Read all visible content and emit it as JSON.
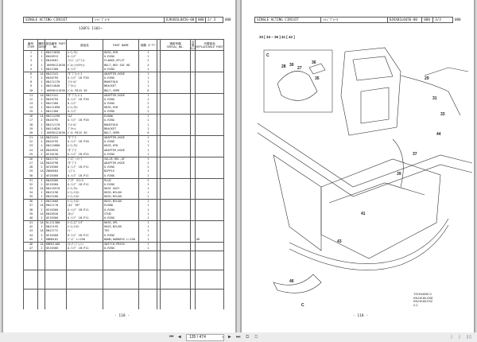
{
  "left_page": {
    "title": "SINGLE ACTING CIRCUIT",
    "title_ja": "ｼｲｼﾞﾌﾞﾚｰｷ",
    "code": "DJKX01L0456-00",
    "rev": "000",
    "page_of": "2/ 3",
    "extra": "000",
    "model": "120FG 1101~",
    "headers": [
      "番号 ITEM",
      "識別 IDENT",
      "部品番号 PART NO.",
      "部品名",
      "PART NAME",
      "個数 Q'TY",
      "",
      "適用号機 SERIAL_NO.",
      "互換 S/A",
      "代替部品 REPLACEABLE PART"
    ],
    "rows": [
      [
        "1",
        "1",
        "KNJ13830",
        "ﾎｰｽ;ｱｾﾝ",
        "HOSE,HYD",
        "1",
        "",
        ""
      ],
      [
        "2",
        "1",
        "KNJ0913",
        "O-ﾘﾝｸﾞ",
        "O-RING",
        "1",
        "",
        ""
      ],
      [
        "3",
        "1",
        "KNJ0581",
        "ﾌﾗﾝｼﾞ;ｽﾌﾟﾘｯﾄ",
        "FLANGE,SPLIT",
        "2",
        "",
        ""
      ],
      [
        "4",
        "1",
        "10690121030",
        "ﾎﾞﾙﾄ;ﾍｷｻｿｹｯﾄ",
        "BOLT,HEX SOC HD",
        "4",
        "",
        ""
      ],
      [
        "5",
        "1",
        "KNJ1360",
        "O-ﾘﾝｸﾞ",
        "O-RING",
        "1",
        "",
        ""
      ],
      [
        "6",
        "1A",
        "KNJ1341",
        "ｱﾀﾞﾌﾟﾀ;ﾎｰｽ",
        "ADAPTER,HOSE",
        "1",
        "",
        ""
      ],
      [
        "7",
        "2",
        "KNJ0795",
        "O-ﾘﾝｸﾞ 1B P20",
        "O-RING",
        "1",
        "",
        ""
      ],
      [
        "8",
        "1",
        "KNJ12170",
        "ﾏﾆﾎｰﾙﾄﾞ",
        "MANIFOLD",
        "1",
        "",
        ""
      ],
      [
        "9",
        "1",
        "KNJ14840",
        "ﾌﾞﾗｹｯﾄ",
        "BRACKET",
        "1",
        "",
        ""
      ],
      [
        "10",
        "1",
        "10690121030",
        "ﾎﾞﾙﾄ M12X 30",
        "BOLT,SEMS",
        "6",
        "",
        ""
      ],
      [
        "11",
        "1A",
        "KNJ1341",
        "ｱﾀﾞﾌﾟﾀ;ﾎｰｽ",
        "ADAPTER,HOSE",
        "1",
        "",
        ""
      ],
      [
        "12",
        "2",
        "KNJ0795",
        "O-ﾘﾝｸﾞ 1B P20",
        "O-RING",
        "1",
        "",
        ""
      ],
      [
        "13",
        "1",
        "KNJ1360",
        "O-ﾘﾝｸﾞ",
        "O-RING",
        "2",
        "",
        ""
      ],
      [
        "14",
        "1",
        "KNJ11890",
        "ﾎｰｽ;ｱｾﾝ",
        "HOSE,HYD",
        "2",
        "",
        ""
      ],
      [
        "15",
        "1",
        "KNJ1360",
        "O-ﾘﾝｸﾞ",
        "O-RING",
        "2",
        "",
        ""
      ],
      [
        "16",
        "1A",
        "KNJ14290",
        "ｴﾙﾎﾞ",
        "ELBOW",
        "1",
        "",
        ""
      ],
      [
        "17",
        "2",
        "KNJ0795",
        "O-ﾘﾝｸﾞ 1B P20",
        "O-RING",
        "1",
        "",
        ""
      ],
      [
        "18",
        "1",
        "KNJ12170",
        "ﾏﾆﾎｰﾙﾄﾞ",
        "MANIFOLD",
        "1",
        "",
        ""
      ],
      [
        "19",
        "1",
        "KNJ14820",
        "ﾌﾞﾗｹｯﾄ",
        "BRACKET",
        "1",
        "",
        ""
      ],
      [
        "20",
        "1",
        "10690121030",
        "ﾎﾞﾙﾄ M12X 30",
        "BOLT,SEMS",
        "6",
        "",
        ""
      ],
      [
        "21",
        "1A",
        "KNJ2424",
        "ｱﾀﾞﾌﾟﾀ",
        "ADAPTER,HOSE",
        "1",
        "",
        ""
      ],
      [
        "22",
        "2",
        "KNJ0795",
        "O-ﾘﾝｸﾞ 1B P20",
        "O-RING",
        "1",
        "",
        ""
      ],
      [
        "23",
        "1",
        "KNJ15880",
        "ﾎｰｽ;ｱｾﾝ",
        "HOSE,HYD",
        "1",
        "",
        ""
      ],
      [
        "24",
        "1A",
        "KNJ0935",
        "ｱﾀﾞﾌﾟﾀ",
        "ADAPTER,HOSE",
        "1",
        "",
        ""
      ],
      [
        "25",
        "2",
        "UEJ0158",
        "O-ﾘﾝｸﾞ 1B-P24",
        "O-RING",
        "1",
        "",
        ""
      ],
      [
        "26",
        "1",
        "KNJ1732",
        "ﾊﾞﾙﾌﾞ;ﾘﾘｰﾌ",
        "VALVE,REL,OF",
        "1",
        "",
        ""
      ],
      [
        "27",
        "1A",
        "KNJ0798",
        "ｱﾀﾞﾌﾟﾀ",
        "ADAPTER,HOSE",
        "2",
        "",
        ""
      ],
      [
        "28",
        "2",
        "UEJ0360",
        "O-ﾘﾝｸﾞ 1B-P11",
        "O-RING",
        "2",
        "",
        ""
      ],
      [
        "29",
        "1A",
        "ZN00584",
        "ﾆｯﾌﾟﾙ",
        "NIPPLE",
        "1",
        "",
        ""
      ],
      [
        "30",
        "2",
        "UEJ0360",
        "O-ﾘﾝｸﾞ 1B-P11",
        "O-RING",
        "1",
        "",
        ""
      ],
      [
        "31",
        "1",
        "KNJ0360",
        "ﾌﾟﾗｸﾞ G1/4",
        "PLUG",
        "2",
        "",
        ""
      ],
      [
        "32",
        "2",
        "UEJ0360",
        "O-ﾘﾝｸﾞ 1B-P11",
        "O-RING",
        "2",
        "",
        ""
      ],
      [
        "33",
        "1A",
        "KNJ10570",
        "ﾎｰｽ;ｱｾﾝ",
        "HOSE ASSY",
        "1",
        "",
        ""
      ],
      [
        "34",
        "1",
        "KNJ2198",
        "ﾎｰｽ;ﾅｲﾛﾝ",
        "HOSE,NYLON",
        "1",
        "",
        ""
      ],
      [
        "35",
        "1",
        "KNJ2200",
        "ﾎｰｽ;ﾅｲﾛﾝ",
        "HOSE,NYLON",
        "1",
        "",
        ""
      ],
      [
        "36",
        "1",
        "KNJ2060",
        "ﾎｰｽ;ﾅｲﾛﾝ",
        "HOSE,NYLON",
        "1",
        "",
        ""
      ],
      [
        "37",
        "1A",
        "KNJ1178",
        "ｴﾙﾎﾞ 90°",
        "ELBOW",
        "1",
        "",
        ""
      ],
      [
        "38",
        "2",
        "UEJ0360",
        "O-ﾘﾝｸﾞ 1B-P11",
        "O-RING",
        "1",
        "",
        ""
      ],
      [
        "39",
        "1A",
        "KNJ0926",
        "ｽﾀｯﾄﾞ",
        "STUD",
        "1",
        "",
        ""
      ],
      [
        "40",
        "2",
        "UEJ0360",
        "O-ﾘﾝｸﾞ 1B-P11",
        "O-RING",
        "1",
        "",
        ""
      ],
      [
        "41",
        "1A",
        "KLJ11380",
        "ﾎｰｽ;ｽﾌﾟﾘﾝｸﾞ",
        "HOSE,SPL",
        "1",
        "",
        ""
      ],
      [
        "42",
        "1",
        "KNJ2195",
        "ﾎｰｽ;ﾅｲﾛﾝ",
        "HOSE,NYLON",
        "1",
        "",
        ""
      ],
      [
        "43",
        "1A",
        "KNJ2772",
        "ﾃｨｰ",
        "TEE",
        "1",
        "",
        ""
      ],
      [
        "44",
        "2",
        "UEJ0360",
        "O-ﾘﾝｸﾞ 1B-P11",
        "O-RING",
        "1",
        "",
        ""
      ],
      [
        "45",
        "1",
        "KNM0162",
        "ﾊﾞﾝﾄﾞ L=250",
        "BAND,HARNESS L=250",
        "1",
        "",
        "AR"
      ],
      [
        "46",
        "1A",
        "KNM21400",
        "ｽｲｯﾁ;ﾌﾟﾚｯｼｬ",
        "SWITCH,PRESS",
        "1",
        "",
        ""
      ],
      [
        "47",
        "2",
        "UEJ0360",
        "O-ﾘﾝｸﾞ 1B-P11",
        "O-RING",
        "1",
        "",
        ""
      ]
    ],
    "page_number": "- 118 -"
  },
  "right_page": {
    "title": "SINGLE ACTING CIRCUIT",
    "title_ja": "ｼｲｼﾞﾌﾞﾚｰｷ",
    "code": "DJKX01L0456-00",
    "rev": "000",
    "page_of": "3/3",
    "extra": "000",
    "reference": "33 [ 34 – 36 ]   41 [ 42 ]",
    "inset_label": "C",
    "callouts": [
      "28",
      "30",
      "27",
      "36",
      "35",
      "44",
      "29",
      "31",
      "33",
      "37",
      "39",
      "41",
      "43",
      "46",
      "C"
    ],
    "drawing_codes": [
      "TGON4050-0",
      "KNJ1K60-D08",
      "KNJ1K60-E02",
      "2-2"
    ],
    "page_number": "- 118 -"
  },
  "toolbar": {
    "first_icon": "first-page-icon",
    "prev_icon": "prev-page-icon",
    "page_field": "135 / 474",
    "next_icon": "next-page-icon",
    "last_icon": "last-page-icon"
  }
}
